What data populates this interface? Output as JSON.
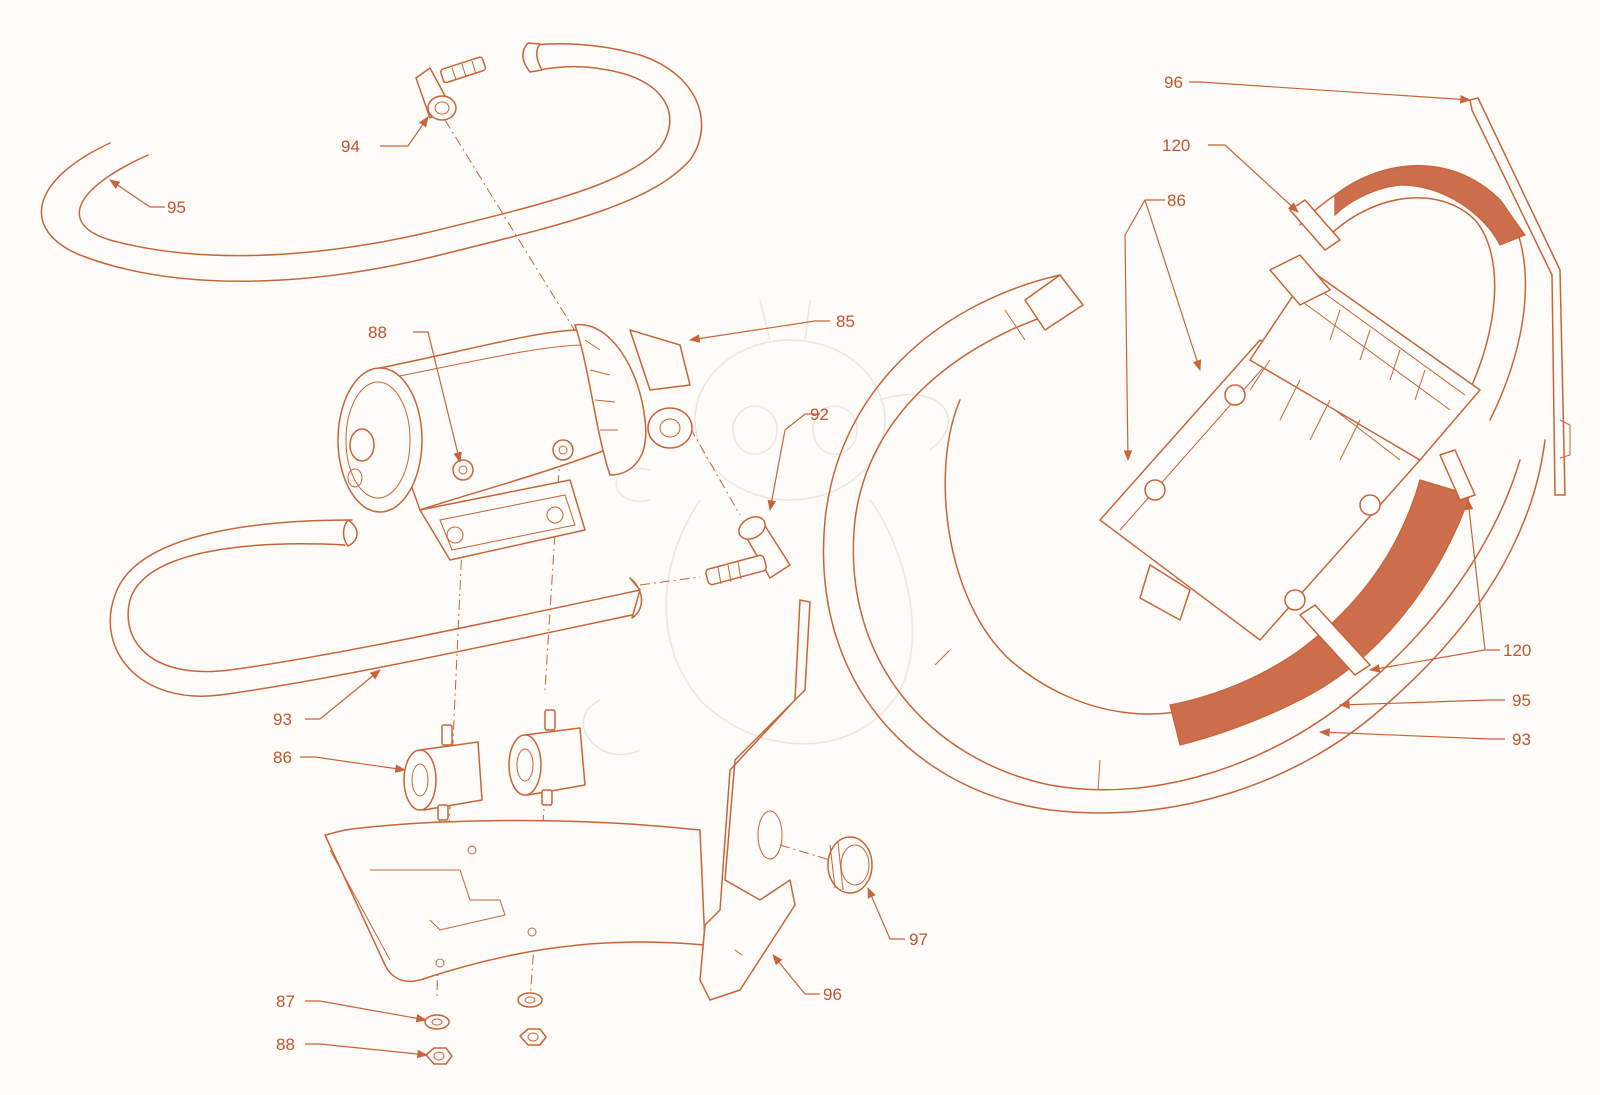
{
  "colors": {
    "line": "#c8643a",
    "text": "#c0562e",
    "band_fill": "#cc6d4c",
    "background": "#fdfcf8"
  },
  "callouts": {
    "c94": "94",
    "c95_left": "95",
    "c88_top": "88",
    "c85": "85",
    "c92": "92",
    "c93_left": "93",
    "c86_left": "86",
    "c87": "87",
    "c88_bottom": "88",
    "c96_bottom": "96",
    "c97": "97",
    "c96_top": "96",
    "c120_top": "120",
    "c86_right": "86",
    "c120_right": "120",
    "c95_right": "95",
    "c93_right": "93"
  }
}
